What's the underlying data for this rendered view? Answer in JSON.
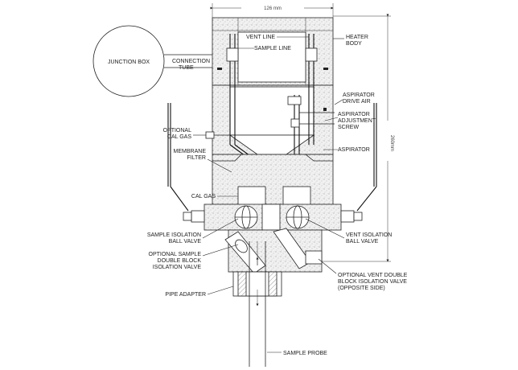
{
  "dimensions": {
    "width_label": "126 mm",
    "height_label": "260mm"
  },
  "labels": {
    "junction_box": "JUNCTION BOX",
    "connection_tube_1": "CONNECTION",
    "connection_tube_2": "TUBE",
    "vent_line": "VENT LINE",
    "sample_line": "SAMPLE LINE",
    "heater_body_1": "HEATER",
    "heater_body_2": "BODY",
    "aspirator_drive_air_1": "ASPIRATOR",
    "aspirator_drive_air_2": "DRIVE AIR",
    "aspirator_adjustment_1": "ASPIRATOR",
    "aspirator_adjustment_2": "ADJUSTMENT",
    "aspirator_adjustment_3": "SCREW",
    "optional_cal_gas_1": "OPTIONAL",
    "optional_cal_gas_2": "CAL GAS",
    "membrane_filter_1": "MEMBRANE",
    "membrane_filter_2": "FILTER",
    "aspirator": "ASPIRATOR",
    "cal_gas": "CAL GAS",
    "sample_isolation_1": "SAMPLE ISOLATION",
    "sample_isolation_2": "BALL VALVE",
    "vent_isolation_1": "VENT ISOLATION",
    "vent_isolation_2": "BALL VALVE",
    "optional_sample_dbl_1": "OPTIONAL SAMPLE",
    "optional_sample_dbl_2": "DOUBLE BLOCK",
    "optional_sample_dbl_3": "ISOLATION VALVE",
    "optional_vent_dbl_1": "OPTIONAL VENT DOUBLE",
    "optional_vent_dbl_2": "BLOCK ISOLATION VALVE",
    "optional_vent_dbl_3": "(OPPOSITE SIDE)",
    "pipe_adapter": "PIPE ADAPTER",
    "sample_probe": "SAMPLE PROBE"
  }
}
